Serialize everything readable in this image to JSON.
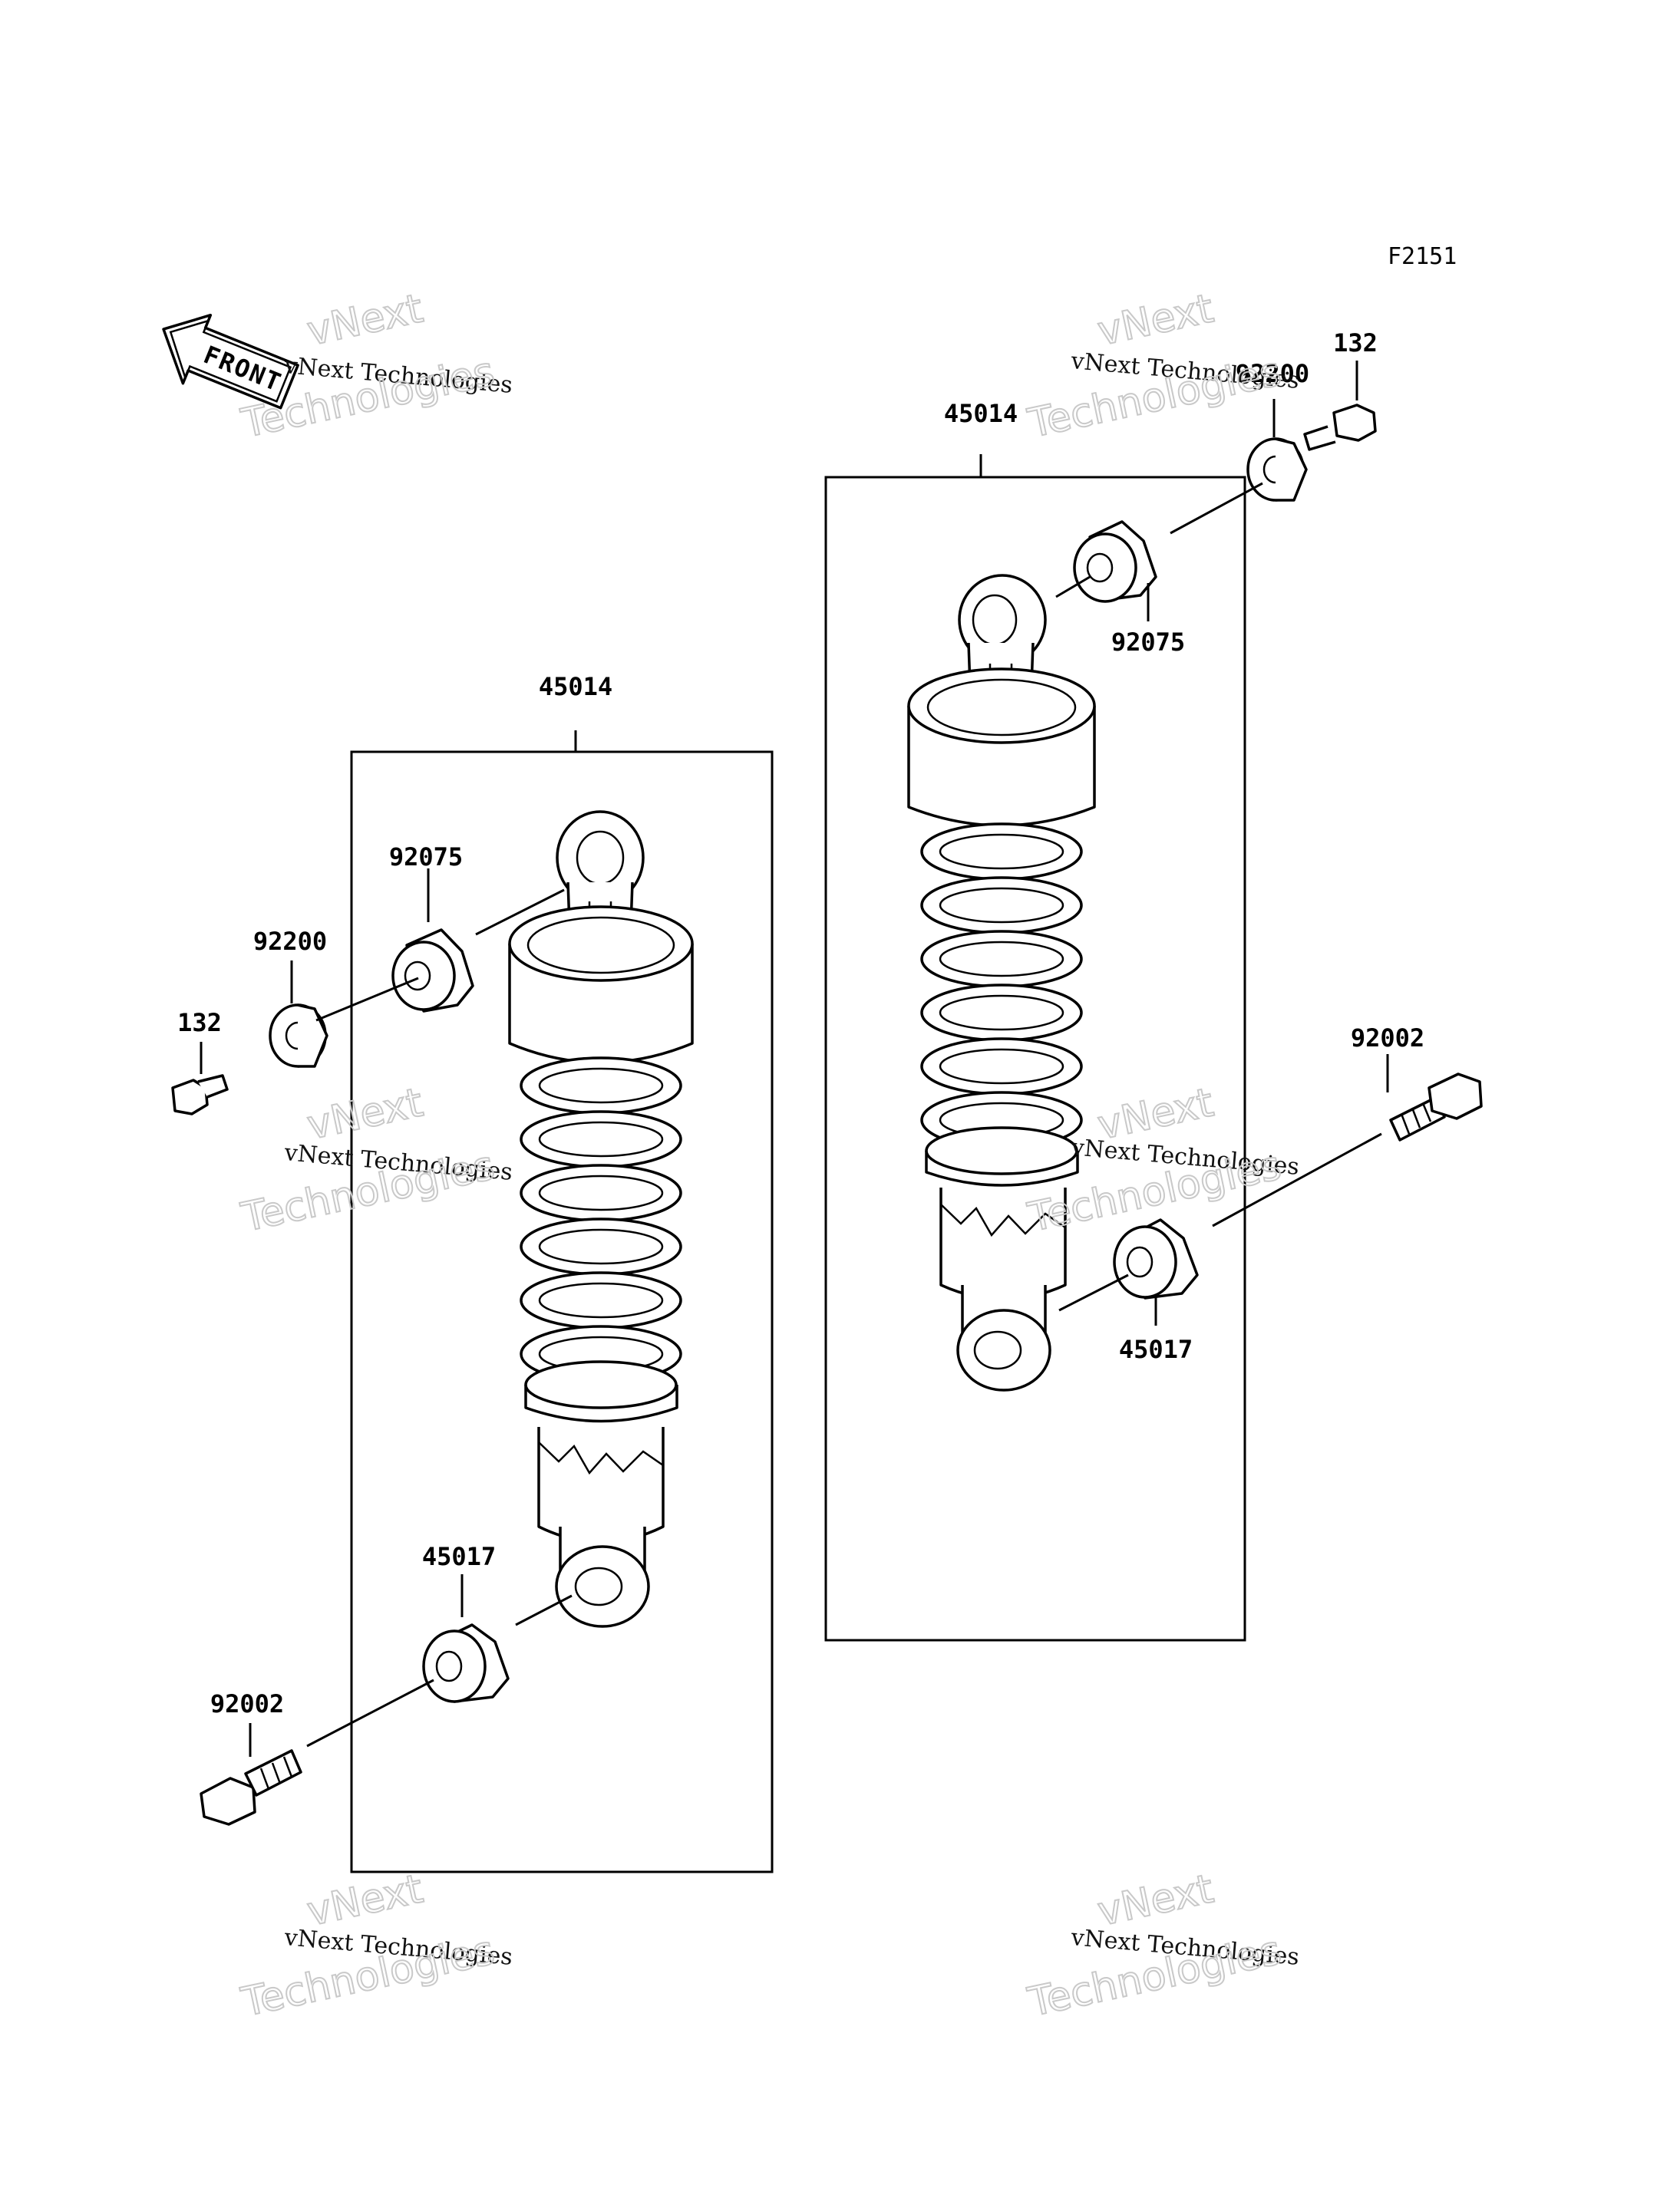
{
  "diagram_code": "F2151",
  "front_badge": "FRONT",
  "watermark": {
    "line1": "vNext",
    "line2": "vNext Technologies",
    "line3": "Technologies"
  },
  "left_assembly": {
    "shock_absorber": "45014",
    "bushing_top": "92075",
    "washer": "92200",
    "cap_nut": "132",
    "bushing_bottom": "45017",
    "bolt": "92002"
  },
  "right_assembly": {
    "shock_absorber": "45014",
    "washer": "92200",
    "cap_nut": "132",
    "bushing_top": "92075",
    "bolt": "92002",
    "bushing_bottom": "45017"
  }
}
